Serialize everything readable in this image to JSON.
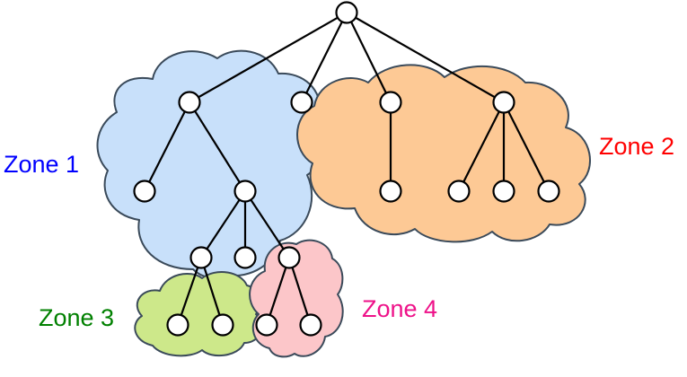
{
  "zones": [
    {
      "id": "zone1",
      "label": "Zone 1",
      "label_color": "#0000ff",
      "fill": "#c8e0fa"
    },
    {
      "id": "zone2",
      "label": "Zone 2",
      "label_color": "#ff0000",
      "fill": "#fdc995"
    },
    {
      "id": "zone3",
      "label": "Zone 3",
      "label_color": "#008000",
      "fill": "#cde88a"
    },
    {
      "id": "zone4",
      "label": "Zone 4",
      "label_color": "#ee1289",
      "fill": "#fcc6c9"
    }
  ],
  "tree": {
    "nodes": [
      {
        "id": "root",
        "zone": ""
      },
      {
        "id": "a",
        "zone": "zone1"
      },
      {
        "id": "b",
        "zone": "zone1"
      },
      {
        "id": "c",
        "zone": "zone2"
      },
      {
        "id": "d",
        "zone": "zone2"
      },
      {
        "id": "a1",
        "zone": "zone1"
      },
      {
        "id": "a2",
        "zone": "zone1"
      },
      {
        "id": "c1",
        "zone": "zone2"
      },
      {
        "id": "d1",
        "zone": "zone2"
      },
      {
        "id": "d2",
        "zone": "zone2"
      },
      {
        "id": "d3",
        "zone": "zone2"
      },
      {
        "id": "a2a",
        "zone": "zone1"
      },
      {
        "id": "a2b",
        "zone": "zone1"
      },
      {
        "id": "a2c",
        "zone": "zone4"
      },
      {
        "id": "a2a1",
        "zone": "zone3"
      },
      {
        "id": "a2a2",
        "zone": "zone3"
      },
      {
        "id": "a2c1",
        "zone": "zone4"
      },
      {
        "id": "a2c2",
        "zone": "zone4"
      }
    ],
    "edges": [
      [
        "root",
        "a"
      ],
      [
        "root",
        "b"
      ],
      [
        "root",
        "c"
      ],
      [
        "root",
        "d"
      ],
      [
        "a",
        "a1"
      ],
      [
        "a",
        "a2"
      ],
      [
        "c",
        "c1"
      ],
      [
        "d",
        "d1"
      ],
      [
        "d",
        "d2"
      ],
      [
        "d",
        "d3"
      ],
      [
        "a2",
        "a2a"
      ],
      [
        "a2",
        "a2b"
      ],
      [
        "a2",
        "a2c"
      ],
      [
        "a2a",
        "a2a1"
      ],
      [
        "a2a",
        "a2a2"
      ],
      [
        "a2c",
        "a2c1"
      ],
      [
        "a2c",
        "a2c2"
      ]
    ]
  }
}
